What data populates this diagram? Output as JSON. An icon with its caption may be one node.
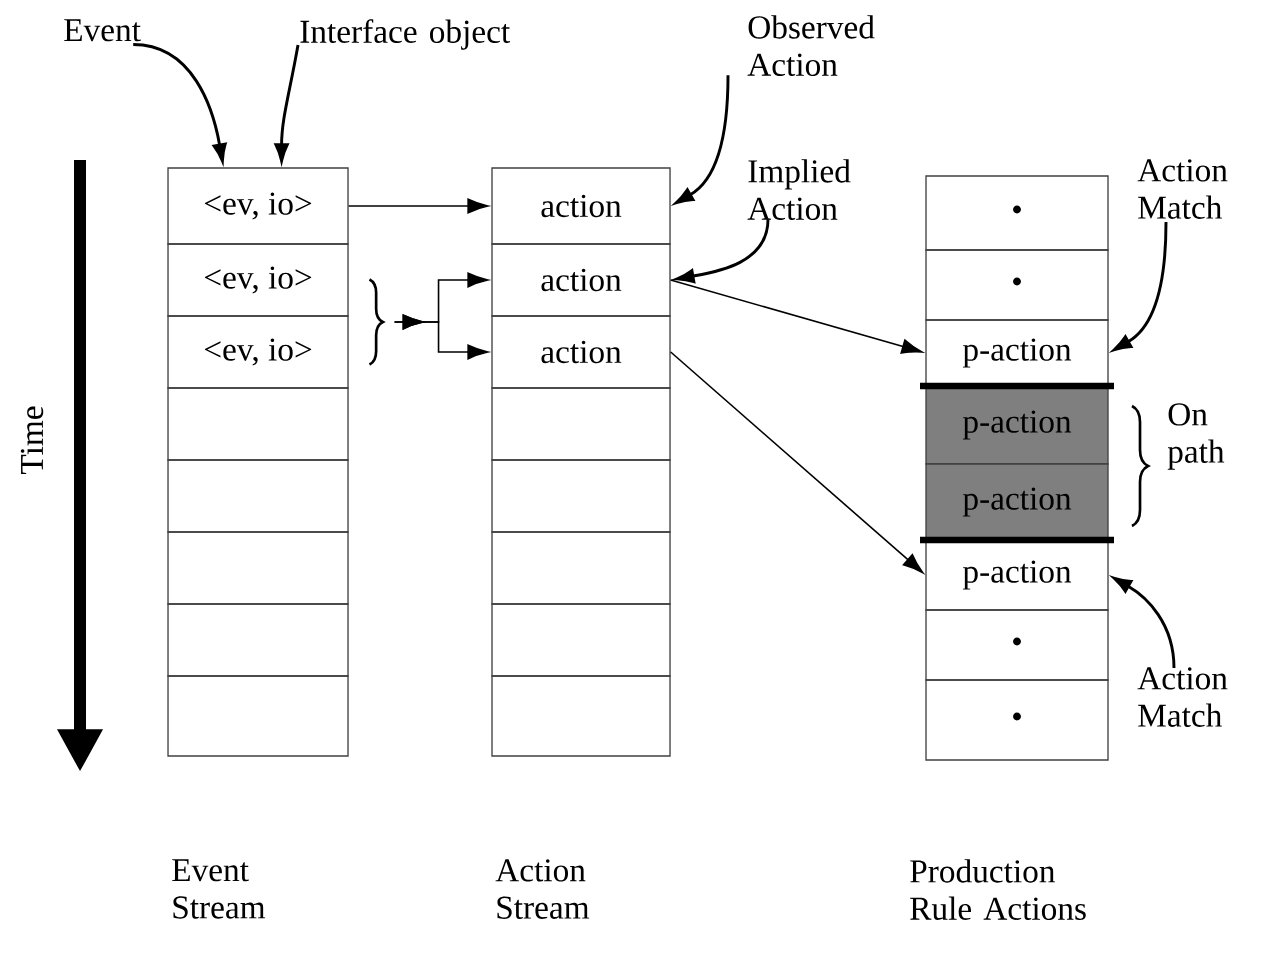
{
  "diagram": {
    "nodes": [
      {
        "text": [
          "Event"
        ]
      },
      {
        "text": [
          "Interface object"
        ]
      },
      {
        "text": [
          "Observed Action"
        ]
      },
      {
        "text": [
          "Implied Action"
        ]
      },
      {
        "text": [
          "Action Match"
        ]
      },
      {
        "text": [
          "<ev, io>"
        ]
      },
      {
        "text": [
          "<ev, io>"
        ]
      },
      {
        "text": [
          "<ev, io>"
        ]
      },
      {
        "text": [],
        "shape": "box"
      },
      {
        "text": [],
        "shape": "box"
      },
      {
        "text": [],
        "shape": "box"
      },
      {
        "text": [],
        "shape": "box"
      },
      {
        "text": [],
        "shape": "box"
      },
      {
        "text": [],
        "shape": "brace"
      },
      {
        "text": [
          "action"
        ]
      },
      {
        "text": [
          "action"
        ]
      },
      {
        "text": [
          "action"
        ]
      },
      {
        "text": [],
        "shape": "box"
      },
      {
        "text": [],
        "shape": "box"
      },
      {
        "text": [],
        "shape": "box"
      },
      {
        "text": [],
        "shape": "box"
      },
      {
        "text": [],
        "shape": "box"
      },
      {
        "text": [
          "•"
        ]
      },
      {
        "text": [
          "•"
        ]
      },
      {
        "text": [
          "p-action"
        ]
      },
      {
        "text": [
          "p-action"
        ]
      },
      {
        "text": [
          "p-action"
        ]
      },
      {
        "text": [
          "p-action"
        ]
      },
      {
        "text": [
          "•"
        ]
      },
      {
        "text": [
          "•"
        ]
      },
      {
        "text": [
          "Action Match"
        ]
      }
    ],
    "edges": [
      {
        "from": 0,
        "to": 5,
        "arrow": "to"
      },
      {
        "from": 1,
        "to": 5,
        "arrow": "to"
      },
      {
        "from": 2,
        "to": 14,
        "arrow": "to"
      },
      {
        "from": 3,
        "to": 15,
        "arrow": "to"
      },
      {
        "from": 4,
        "to": 24,
        "arrow": "to"
      },
      {
        "from": 30,
        "to": 27,
        "arrow": "to"
      },
      {
        "from": 5,
        "to": 14,
        "arrow": "to"
      },
      {
        "from": 13,
        "to": 15,
        "arrow": "to"
      },
      {
        "from": 13,
        "to": 16,
        "arrow": "to"
      },
      {
        "from": 15,
        "to": 24,
        "arrow": "to"
      },
      {
        "from": 16,
        "to": 27,
        "arrow": "to"
      }
    ],
    "labels": [
      "Time",
      "On path",
      "Event Stream",
      "Action Stream",
      "Production Rule Actions"
    ]
  }
}
